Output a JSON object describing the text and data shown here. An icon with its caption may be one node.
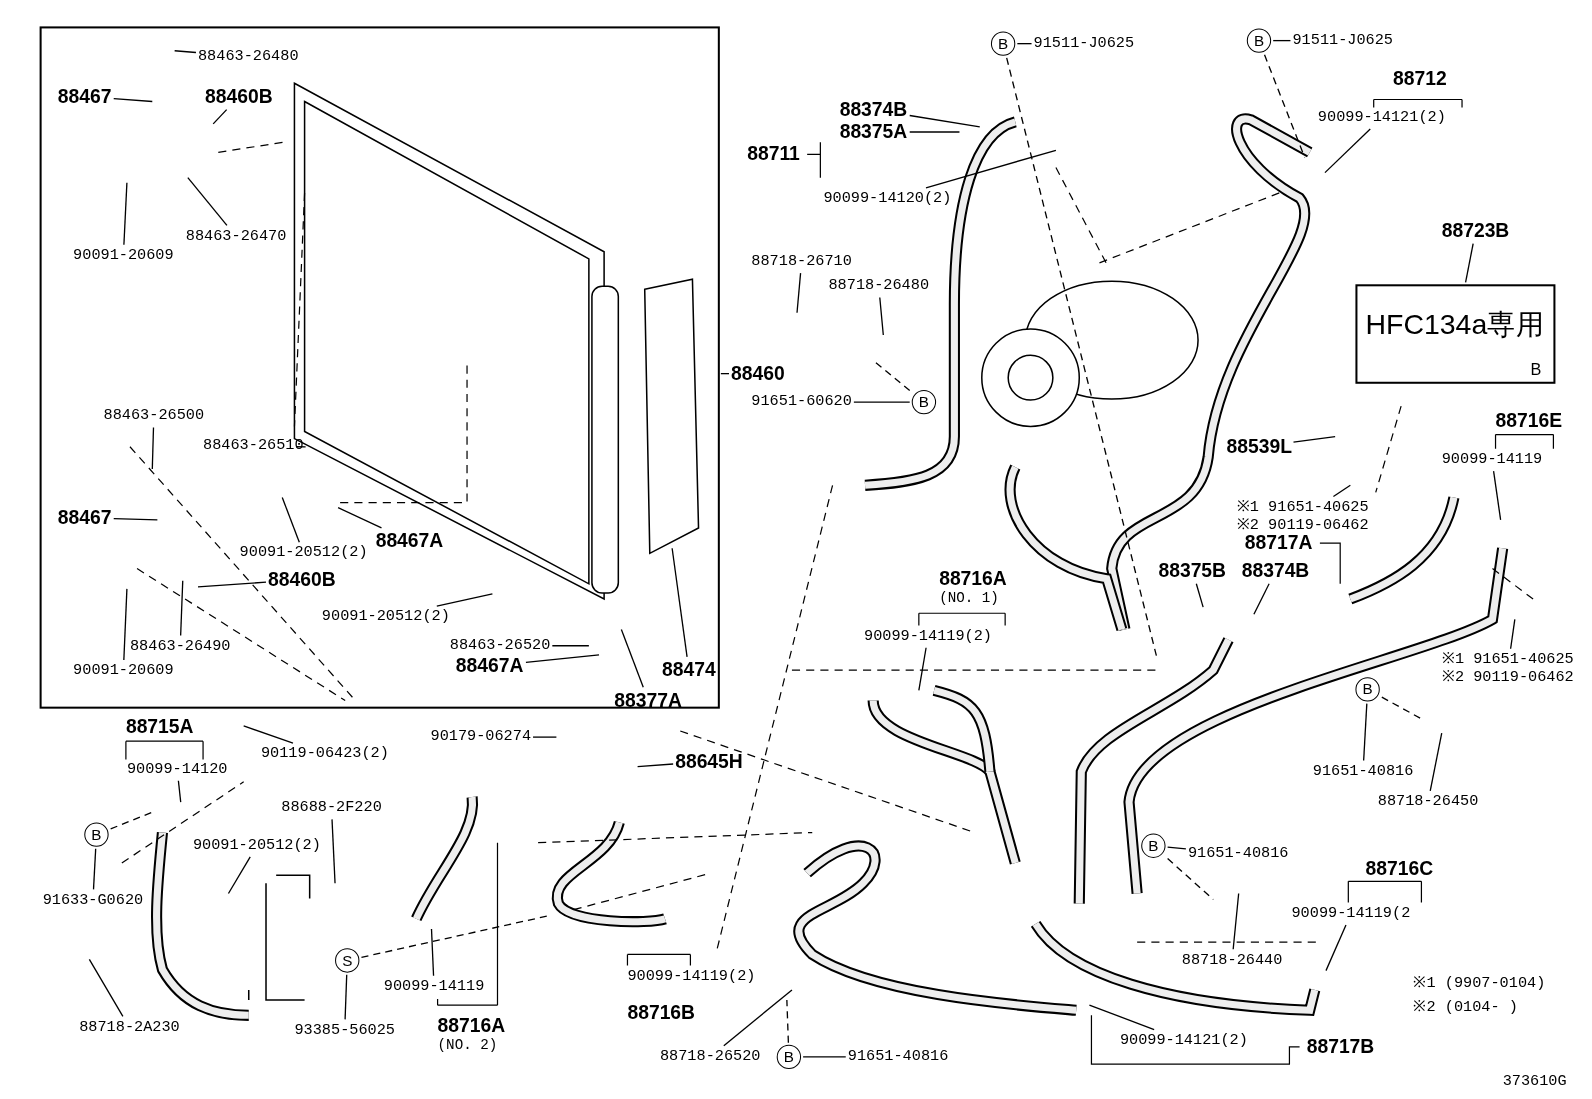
{
  "diagram": {
    "nodes": [
      {
        "text": [
          "88463-26480"
        ]
      },
      {
        "text": [
          "88467"
        ]
      },
      {
        "text": [
          "88460B"
        ]
      },
      {
        "text": [
          "88463-26470"
        ]
      },
      {
        "text": [
          "90091-20609"
        ]
      },
      {
        "text": [
          "88463-26500"
        ]
      },
      {
        "text": [
          "88463-26510"
        ]
      },
      {
        "text": [
          "88467"
        ]
      },
      {
        "text": [
          "90091-20512(2)"
        ]
      },
      {
        "text": [
          "88467A"
        ]
      },
      {
        "text": [
          "88460B"
        ]
      },
      {
        "text": [
          "90091-20512(2)"
        ]
      },
      {
        "text": [
          "88463-26520"
        ]
      },
      {
        "text": [
          "90091-20609"
        ]
      },
      {
        "text": [
          "88463-26490"
        ]
      },
      {
        "text": [
          "88467A"
        ]
      },
      {
        "text": [
          "88377A"
        ]
      },
      {
        "text": [
          "88474"
        ]
      },
      {
        "text": [
          "88460"
        ]
      },
      {
        "text": [
          "88715A"
        ]
      },
      {
        "text": [
          "90099-14120"
        ]
      },
      {
        "text": [
          "90119-06423(2)"
        ]
      },
      {
        "text": [
          "B"
        ]
      },
      {
        "text": [
          "91633-G0620"
        ]
      },
      {
        "text": [
          "90091-20512(2)"
        ]
      },
      {
        "text": [
          "88688-2F220"
        ]
      },
      {
        "text": [
          "88718-2A230"
        ]
      },
      {
        "text": [
          "S"
        ]
      },
      {
        "text": [
          "93385-56025"
        ]
      },
      {
        "text": [
          "90099-14119"
        ]
      },
      {
        "text": [
          "88716A",
          "(NO. 2)"
        ]
      },
      {
        "text": [
          "90179-06274"
        ]
      },
      {
        "text": [
          "88645H"
        ]
      },
      {
        "text": [
          "90099-14119(2)"
        ]
      },
      {
        "text": [
          "88716B"
        ]
      },
      {
        "text": [
          "88718-26520"
        ]
      },
      {
        "text": [
          "B"
        ]
      },
      {
        "text": [
          "91651-40816"
        ]
      },
      {
        "text": [
          "B"
        ]
      },
      {
        "text": [
          "91511-J0625"
        ]
      },
      {
        "text": [
          "B"
        ]
      },
      {
        "text": [
          "91511-J0625"
        ]
      },
      {
        "text": [
          "88374B"
        ]
      },
      {
        "text": [
          "88375A"
        ]
      },
      {
        "text": [
          "88711"
        ]
      },
      {
        "text": [
          "90099-14120(2)"
        ]
      },
      {
        "text": [
          "88718-26710"
        ]
      },
      {
        "text": [
          "88718-26480"
        ]
      },
      {
        "text": [
          "91651-60620"
        ]
      },
      {
        "text": [
          "B"
        ]
      },
      {
        "text": [
          "88712"
        ]
      },
      {
        "text": [
          "90099-14121(2)"
        ]
      },
      {
        "text": [
          "88723B"
        ]
      },
      {
        "text": [
          "HFC134a専用",
          "B"
        ]
      },
      {
        "text": [
          "88539L"
        ]
      },
      {
        "text": [
          "※1 91651-40625",
          "※2 90119-06462"
        ]
      },
      {
        "text": [
          "88717A"
        ]
      },
      {
        "text": [
          "88375B"
        ]
      },
      {
        "text": [
          "88374B"
        ]
      },
      {
        "text": [
          "88716E"
        ]
      },
      {
        "text": [
          "90099-14119"
        ]
      },
      {
        "text": [
          "※1 91651-40625",
          "※2 90119-06462"
        ]
      },
      {
        "text": [
          "B"
        ]
      },
      {
        "text": [
          "91651-40816"
        ]
      },
      {
        "text": [
          "88718-26450"
        ]
      },
      {
        "text": [
          "B"
        ]
      },
      {
        "text": [
          "91651-40816"
        ]
      },
      {
        "text": [
          "88716C"
        ]
      },
      {
        "text": [
          "90099-14119(2"
        ]
      },
      {
        "text": [
          "88718-26440"
        ]
      },
      {
        "text": [
          "88716A",
          "(NO. 1)"
        ]
      },
      {
        "text": [
          "90099-14119(2)"
        ]
      },
      {
        "text": [
          "90099-14121(2)"
        ]
      },
      {
        "text": [
          "88717B"
        ]
      }
    ],
    "edges": [
      {
        "from": 0,
        "to": null,
        "arrow": "none"
      },
      {
        "from": 1,
        "to": null,
        "arrow": "none"
      },
      {
        "from": 2,
        "to": null,
        "arrow": "none"
      },
      {
        "from": 3,
        "to": null,
        "arrow": "none"
      },
      {
        "from": 4,
        "to": null,
        "arrow": "none"
      },
      {
        "from": 5,
        "to": null,
        "arrow": "none"
      },
      {
        "from": 6,
        "to": null,
        "arrow": "none"
      },
      {
        "from": 7,
        "to": null,
        "arrow": "none"
      },
      {
        "from": 8,
        "to": null,
        "arrow": "none"
      },
      {
        "from": 9,
        "to": null,
        "arrow": "none"
      },
      {
        "from": 10,
        "to": null,
        "arrow": "none"
      },
      {
        "from": 11,
        "to": null,
        "arrow": "none"
      },
      {
        "from": 12,
        "to": null,
        "arrow": "none"
      },
      {
        "from": 13,
        "to": null,
        "arrow": "none"
      },
      {
        "from": 14,
        "to": null,
        "arrow": "none"
      },
      {
        "from": 15,
        "to": null,
        "arrow": "none"
      },
      {
        "from": 16,
        "to": null,
        "arrow": "none"
      },
      {
        "from": 17,
        "to": null,
        "arrow": "none"
      },
      {
        "from": 18,
        "to": null,
        "arrow": "none"
      },
      {
        "from": 20,
        "to": null,
        "arrow": "none"
      },
      {
        "from": 21,
        "to": null,
        "arrow": "none"
      },
      {
        "from": 23,
        "to": 22,
        "arrow": "none"
      },
      {
        "from": 22,
        "to": null,
        "arrow": "none",
        "style": "dashed"
      },
      {
        "from": 24,
        "to": null,
        "arrow": "none"
      },
      {
        "from": 25,
        "to": null,
        "arrow": "none"
      },
      {
        "from": 26,
        "to": null,
        "arrow": "none"
      },
      {
        "from": 28,
        "to": 27,
        "arrow": "none"
      },
      {
        "from": 27,
        "to": null,
        "arrow": "none",
        "style": "dashed"
      },
      {
        "from": 29,
        "to": null,
        "arrow": "none"
      },
      {
        "from": 31,
        "to": null,
        "arrow": "none"
      },
      {
        "from": 32,
        "to": null,
        "arrow": "none"
      },
      {
        "from": 35,
        "to": null,
        "arrow": "none"
      },
      {
        "from": 37,
        "to": 36,
        "arrow": "none"
      },
      {
        "from": 36,
        "to": null,
        "arrow": "none",
        "style": "dashed"
      },
      {
        "from": 39,
        "to": 38,
        "arrow": "none"
      },
      {
        "from": 38,
        "to": null,
        "arrow": "none",
        "style": "dashed"
      },
      {
        "from": 41,
        "to": 40,
        "arrow": "none"
      },
      {
        "from": 40,
        "to": null,
        "arrow": "none",
        "style": "dashed"
      },
      {
        "from": 42,
        "to": null,
        "arrow": "none"
      },
      {
        "from": 43,
        "to": null,
        "arrow": "none"
      },
      {
        "from": 45,
        "to": null,
        "arrow": "none"
      },
      {
        "from": 46,
        "to": null,
        "arrow": "none"
      },
      {
        "from": 47,
        "to": null,
        "arrow": "none"
      },
      {
        "from": 48,
        "to": 49,
        "arrow": "none"
      },
      {
        "from": 49,
        "to": null,
        "arrow": "none",
        "style": "dashed"
      },
      {
        "from": 51,
        "to": null,
        "arrow": "none"
      },
      {
        "from": 52,
        "to": 53,
        "arrow": "none"
      },
      {
        "from": 54,
        "to": null,
        "arrow": "none"
      },
      {
        "from": 55,
        "to": null,
        "arrow": "none"
      },
      {
        "from": 57,
        "to": null,
        "arrow": "none"
      },
      {
        "from": 58,
        "to": null,
        "arrow": "none"
      },
      {
        "from": 60,
        "to": null,
        "arrow": "none"
      },
      {
        "from": 61,
        "to": null,
        "arrow": "none"
      },
      {
        "from": 63,
        "to": 62,
        "arrow": "none"
      },
      {
        "from": 62,
        "to": null,
        "arrow": "none",
        "style": "dashed"
      },
      {
        "from": 64,
        "to": null,
        "arrow": "none"
      },
      {
        "from": 66,
        "to": 65,
        "arrow": "none"
      },
      {
        "from": 65,
        "to": null,
        "arrow": "none",
        "style": "dashed"
      },
      {
        "from": 68,
        "to": null,
        "arrow": "none"
      },
      {
        "from": 69,
        "to": null,
        "arrow": "none"
      },
      {
        "from": 71,
        "to": null,
        "arrow": "none"
      },
      {
        "from": 72,
        "to": null,
        "arrow": "none"
      }
    ],
    "labels": [
      "※1 (9907-0104)",
      "※2 (0104-    )",
      "373610G"
    ]
  }
}
